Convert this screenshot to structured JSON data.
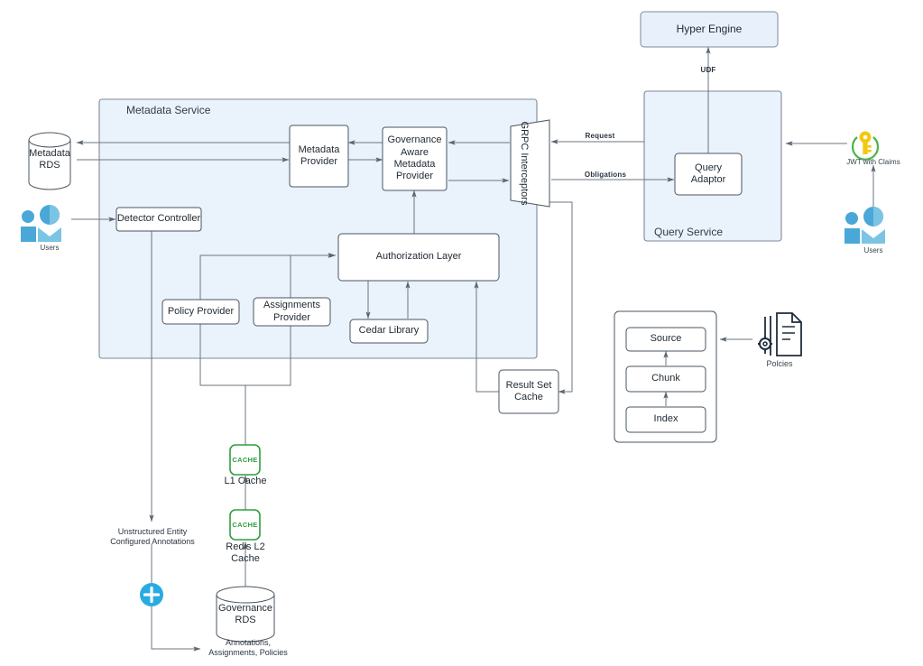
{
  "diagram": {
    "title": "Governance Architecture Diagram",
    "colors": {
      "service_fill": "#eaf2fb",
      "service_stroke": "#7d8a99",
      "box_fill": "#ffffff",
      "box_stroke": "#4a5560",
      "accent_blue_fill": "#e8f1fb",
      "cache_green": "#2e9e3e",
      "plus_cyan": "#29abe2",
      "users_blue": "#4aa8d8",
      "users_blue_light": "#7cc4e4",
      "key_yellow": "#f2c811",
      "policy_navy": "#1f2d3d",
      "line": "#6b7680",
      "text": "#1f2933"
    },
    "containers": [
      {
        "id": "metadata-service",
        "label": "Metadata Service"
      },
      {
        "id": "query-service",
        "label": "Query Service"
      },
      {
        "id": "storage-group",
        "label": ""
      }
    ],
    "nodes": [
      {
        "id": "metadata-rds",
        "label": "Metadata\nRDS",
        "shape": "cylinder"
      },
      {
        "id": "detector-controller",
        "label": "Detector Controller",
        "shape": "box"
      },
      {
        "id": "metadata-provider",
        "label": "Metadata\nProvider",
        "shape": "box"
      },
      {
        "id": "governance-aware-metadata-provider",
        "label": "Governance\nAware\nMetadata\nProvider",
        "shape": "box"
      },
      {
        "id": "grpc-interceptors",
        "label": "GRPC Interceptors",
        "shape": "trapezoid-vertical"
      },
      {
        "id": "authorization-layer",
        "label": "Authorization Layer",
        "shape": "box"
      },
      {
        "id": "policy-provider",
        "label": "Policy Provider",
        "shape": "box"
      },
      {
        "id": "assignments-provider",
        "label": "Assignments\nProvider",
        "shape": "box"
      },
      {
        "id": "cedar-library",
        "label": "Cedar Library",
        "shape": "box"
      },
      {
        "id": "result-set-cache",
        "label": "Result Set\nCache",
        "shape": "box"
      },
      {
        "id": "hyper-engine",
        "label": "Hyper Engine",
        "shape": "box-blue"
      },
      {
        "id": "query-adaptor",
        "label": "Query\nAdaptor",
        "shape": "box"
      },
      {
        "id": "l1-cache",
        "label": "L1 Cache",
        "shape": "cache-icon",
        "badge": "CACHE"
      },
      {
        "id": "redis-l2-cache",
        "label": "Redis L2\nCache",
        "shape": "cache-icon",
        "badge": "CACHE"
      },
      {
        "id": "governance-rds",
        "label": "Governance\nRDS",
        "shape": "cylinder"
      },
      {
        "id": "source",
        "label": "Source",
        "shape": "box"
      },
      {
        "id": "chunk",
        "label": "Chunk",
        "shape": "box"
      },
      {
        "id": "index",
        "label": "Index",
        "shape": "box"
      }
    ],
    "icons": [
      {
        "id": "users-left",
        "label": "Users",
        "glyph": "users-icon"
      },
      {
        "id": "users-right",
        "label": "Users",
        "glyph": "users-icon"
      },
      {
        "id": "jwt-key",
        "label": "JWT with Claims",
        "glyph": "key-icon"
      },
      {
        "id": "policies-doc",
        "label": "Polcies",
        "glyph": "document-gear-icon"
      },
      {
        "id": "plus-node",
        "label": "",
        "glyph": "plus-circle-icon"
      }
    ],
    "edge_labels": [
      {
        "id": "request",
        "text": "Request"
      },
      {
        "id": "obligations",
        "text": "Obligations"
      },
      {
        "id": "udf",
        "text": "UDF"
      }
    ],
    "free_text": [
      {
        "id": "unstructured-annotations",
        "text": "Unstructured Entity\nConfigured Annotations"
      },
      {
        "id": "annotations-assignments-policies",
        "text": "Annotations,\nAssignments, Policies"
      }
    ]
  }
}
